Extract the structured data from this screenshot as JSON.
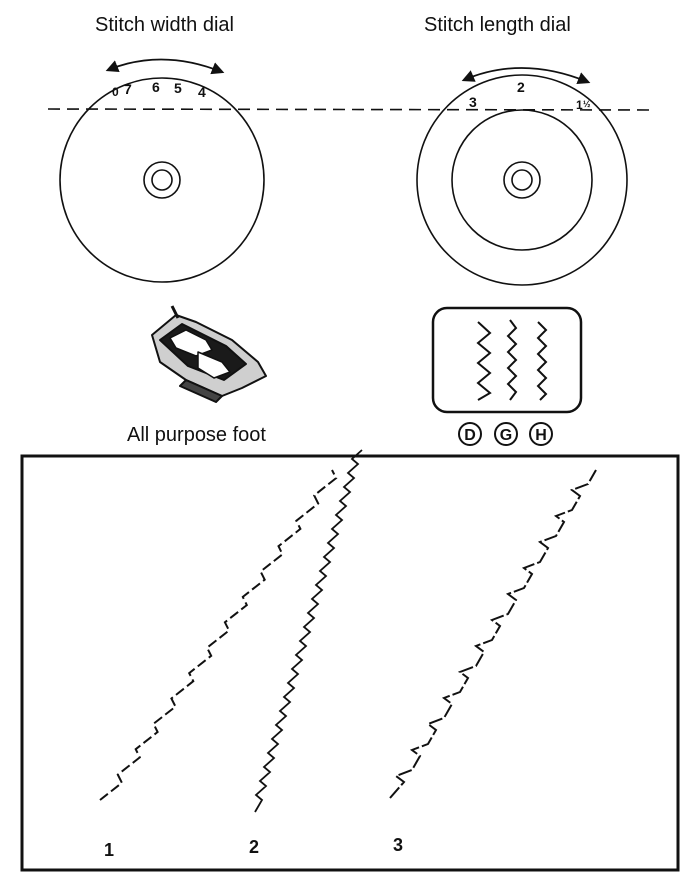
{
  "dials": {
    "width": {
      "title": "Stitch width dial",
      "marks": [
        "0",
        "7",
        "6",
        "5",
        "4"
      ]
    },
    "length": {
      "title": "Stitch length dial",
      "marks": [
        "3",
        "2",
        "1"
      ],
      "length_mark_suffix": "½"
    }
  },
  "foot": {
    "label": "All purpose foot"
  },
  "stitch_card": {
    "letters": [
      "D",
      "G",
      "H"
    ]
  },
  "examples": {
    "labels": [
      "1",
      "2",
      "3"
    ]
  }
}
